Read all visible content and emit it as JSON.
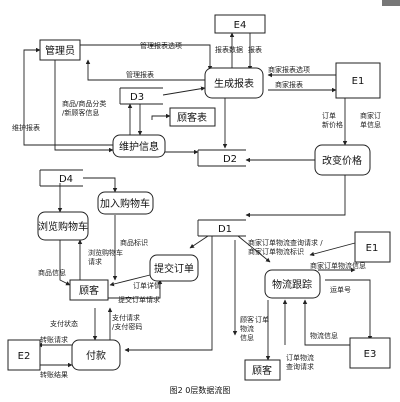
{
  "nodes": {
    "admin": "管理员",
    "e4": "E4",
    "e1_top": "E1",
    "gen_report": "生成报表",
    "d3": "D3",
    "customer_table": "顾客表",
    "maintain": "维护信息",
    "d2": "D2",
    "change_price": "改变价格",
    "d4": "D4",
    "add_cart": "加入购物车",
    "browse_cart": "浏览购物车",
    "d1": "D1",
    "submit_order": "提交订单",
    "customer": "顾客",
    "e1_mid": "E1",
    "logistics": "物流跟踪",
    "e3": "E3",
    "customer_bottom": "顾客",
    "e2": "E2",
    "pay": "付款"
  },
  "labels": {
    "mgmt_report_option": "管理报表选项",
    "report_data": "报表数据",
    "report": "报表",
    "mgmt_report": "管理报表",
    "merchant_report_option": "商家报表选项",
    "merchant_report": "商家报表",
    "goods_info_1": "商品/商品分类",
    "goods_info_2": "/新顾客信息",
    "maint_report": "维护报表",
    "order_new_price_1": "订单",
    "order_new_price_2": "新价格",
    "merchant_order_info_1": "商家订",
    "merchant_order_info_2": "单信息",
    "goods_tag": "商品标识",
    "browse_req_1": "浏览购物车",
    "browse_req_2": "请求",
    "goods_info": "商品信息",
    "order_detail": "订单详情",
    "submit_req": "提交订单请求",
    "query_req_1": "商家订单物流查询请求 /",
    "query_req_2": "商家订单物流标识",
    "order_logistics_info": "商家订单物流信息",
    "shipping_no": "运单号",
    "pay_status": "支付状态",
    "pay_req_1": "支付请求",
    "pay_req_2": "/支付密码",
    "cust_log_1": "顾客",
    "cust_log_2": "物流",
    "cust_log_3": "信息",
    "cust_log_4": "订单",
    "logistics_info": "物流信息",
    "query_req_b1": "订单物流",
    "query_req_b2": "查询请求",
    "transfer_req": "转账请求",
    "transfer_result": "转账结果"
  },
  "caption": "图2  0层数据流图"
}
